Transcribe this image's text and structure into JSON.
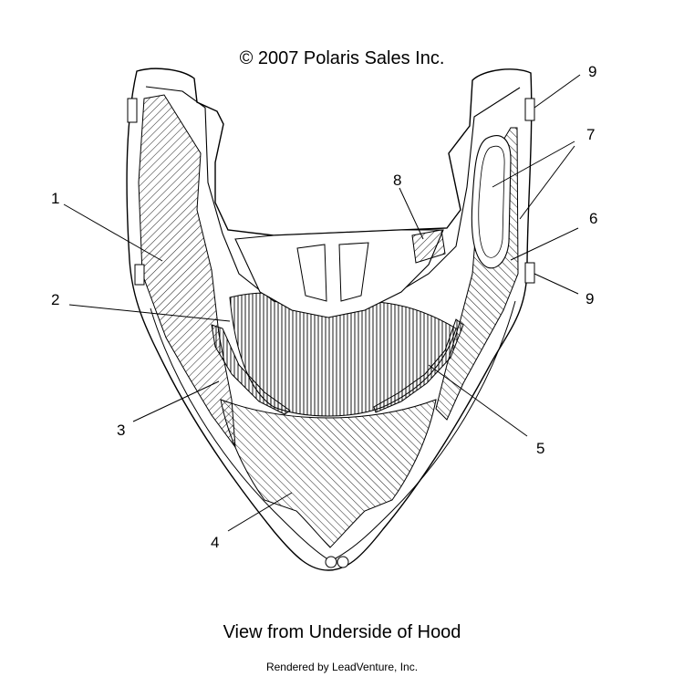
{
  "header": {
    "copyright": "© 2007 Polaris Sales Inc."
  },
  "callouts": [
    {
      "id": "1",
      "label": "1"
    },
    {
      "id": "2",
      "label": "2"
    },
    {
      "id": "3",
      "label": "3"
    },
    {
      "id": "4",
      "label": "4"
    },
    {
      "id": "5",
      "label": "5"
    },
    {
      "id": "6",
      "label": "6"
    },
    {
      "id": "7",
      "label": "7"
    },
    {
      "id": "8",
      "label": "8"
    },
    {
      "id": "9a",
      "label": "9"
    },
    {
      "id": "9b",
      "label": "9"
    }
  ],
  "footer": {
    "caption": "View from Underside of Hood",
    "rendered_by": "Rendered by LeadVenture, Inc."
  }
}
